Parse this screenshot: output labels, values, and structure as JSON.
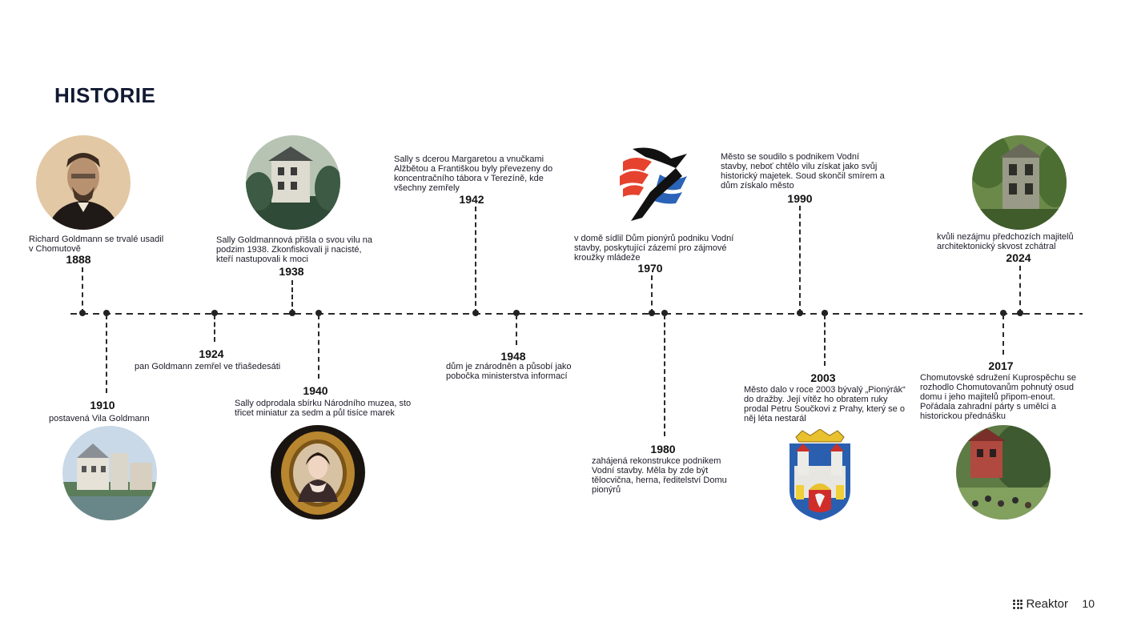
{
  "title": "HISTORIE",
  "events": [
    {
      "year": "1888",
      "text": "Richard Goldmann se trvalé usadil v Chomutově"
    },
    {
      "year": "1910",
      "text": "postavená Vila Goldmann"
    },
    {
      "year": "1924",
      "text": "pan Goldmann zemřel ve třiašedesáti"
    },
    {
      "year": "1938",
      "text": "Sally Goldmannová přišla o svou vilu na podzim 1938. Zkonfiskovali ji nacisté, kteří nastupovali k moci"
    },
    {
      "year": "1940",
      "text": "Sally odprodala sbírku Národního muzea, sto třicet miniatur za sedm a půl tisíce marek"
    },
    {
      "year": "1942",
      "text": "Sally s dcerou Margaretou a vnučkami Alžbětou a Františkou byly převezeny do koncentračního tábora v Terezíně, kde všechny zemřely"
    },
    {
      "year": "1948",
      "text": "dům je znárodněn a působí jako pobočka ministerstva informací"
    },
    {
      "year": "1970",
      "text": "v domě sídlil Dům pionýrů podniku Vodní stavby, poskytující zázemí pro zájmové kroužky mládeže"
    },
    {
      "year": "1980",
      "text": "zahájená rekonstrukce podnikem Vodní stavby. Měla by zde být tělocvična, herna, ředitelství Domu pionýrů"
    },
    {
      "year": "1990",
      "text": "Město se soudilo s podnikem Vodní stavby, neboť chtělo vilu získat jako svůj historický majetek. Soud skončil smírem a dům získalo město"
    },
    {
      "year": "2003",
      "text": "Město dalo v roce 2003 bývalý „Pionýrák“ do dražby. Její vítěz ho obratem ruky prodal Petru Součkovi z Prahy, který se o něj léta nestarál"
    },
    {
      "year": "2017",
      "text": "Chomutovské sdružení Kuprospěchu se rozhodlo Chomutovanům pohnutý osud domu i jeho majitelů připom-enout. Pořádala zahradní párty s umělci a historickou přednášku"
    },
    {
      "year": "2024",
      "text": "kvůli nezájmu předchozích majitelů architektonický skvost zchátral"
    }
  ],
  "footer": {
    "brand": "Reaktor",
    "page": "10"
  },
  "icons": {
    "logo": "grid-dots-icon",
    "pioneer": "swallow-emblem-icon",
    "coat": "coat-of-arms-icon"
  },
  "colors": {
    "title": "#121a33",
    "line": "#222222"
  }
}
